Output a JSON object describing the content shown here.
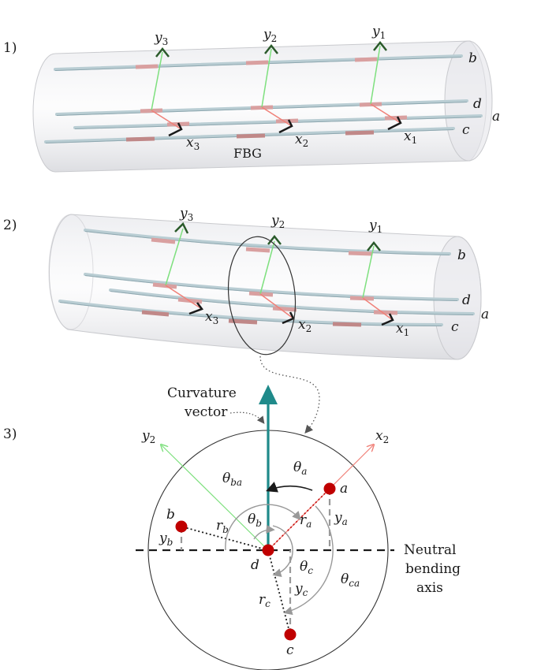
{
  "panels": {
    "p1": {
      "label": "1)",
      "fibers": [
        "b",
        "d",
        "a",
        "c"
      ],
      "y_axes": [
        {
          "main": "y",
          "sub": "3"
        },
        {
          "main": "y",
          "sub": "2"
        },
        {
          "main": "y",
          "sub": "1"
        }
      ],
      "x_axes": [
        {
          "main": "x",
          "sub": "3"
        },
        {
          "main": "x",
          "sub": "2"
        },
        {
          "main": "x",
          "sub": "1"
        }
      ],
      "sensor_label": "FBG"
    },
    "p2": {
      "label": "2)",
      "fibers": [
        "b",
        "d",
        "a",
        "c"
      ],
      "y_axes": [
        {
          "main": "y",
          "sub": "3"
        },
        {
          "main": "y",
          "sub": "2"
        },
        {
          "main": "y",
          "sub": "1"
        }
      ],
      "x_axes": [
        {
          "main": "x",
          "sub": "3"
        },
        {
          "main": "x",
          "sub": "2"
        },
        {
          "main": "x",
          "sub": "1"
        }
      ]
    },
    "p3": {
      "label": "3)",
      "curvature_label": [
        "Curvature",
        "vector"
      ],
      "neutral_label": [
        "Neutral",
        "bending",
        "axis"
      ],
      "axis_y": {
        "main": "y",
        "sub": "2"
      },
      "axis_x": {
        "main": "x",
        "sub": "2"
      },
      "cores": {
        "a": "a",
        "b": "b",
        "c": "c",
        "d": "d"
      },
      "theta_a": {
        "main": "θ",
        "sub": "a"
      },
      "theta_b": {
        "main": "θ",
        "sub": "b"
      },
      "theta_c": {
        "main": "θ",
        "sub": "c"
      },
      "theta_ba": {
        "main": "θ",
        "sub": "ba"
      },
      "theta_ca": {
        "main": "θ",
        "sub": "ca"
      },
      "r_a": {
        "main": "r",
        "sub": "a"
      },
      "r_b": {
        "main": "r",
        "sub": "b"
      },
      "r_c": {
        "main": "r",
        "sub": "c"
      },
      "y_a": {
        "main": "y",
        "sub": "a"
      },
      "y_b": {
        "main": "y",
        "sub": "b"
      },
      "y_c": {
        "main": "y",
        "sub": "c"
      }
    }
  },
  "colors": {
    "core": "#c00000",
    "y_axis": "#7ee07e",
    "x_axis": "#f08078",
    "curvature": "#1f8a8a",
    "fiber": "#b9cdd3",
    "grating": "#d99a9a",
    "tube": "#dcdde2"
  }
}
